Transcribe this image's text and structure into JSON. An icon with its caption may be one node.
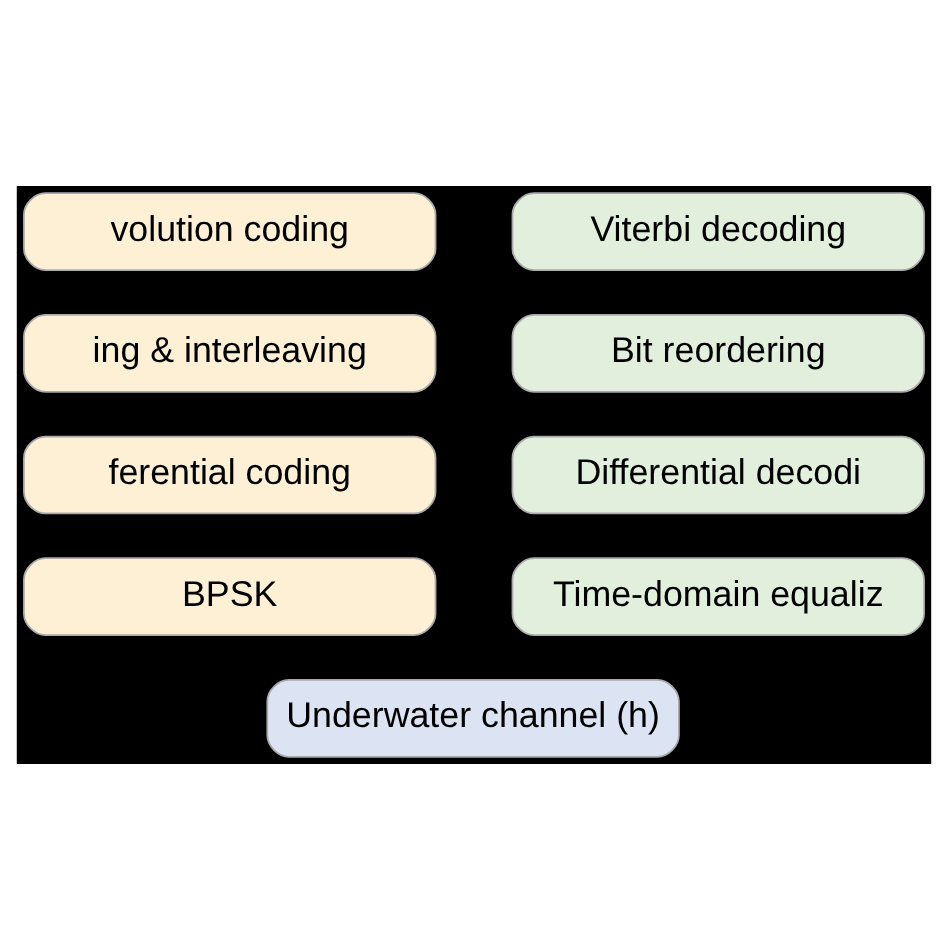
{
  "diagram": {
    "nodes": [
      {
        "text": [
          "volution coding"
        ]
      },
      {
        "text": [
          "ing & interleaving"
        ]
      },
      {
        "text": [
          "ferential coding"
        ]
      },
      {
        "text": [
          "BPSK"
        ]
      },
      {
        "text": [
          "Viterbi decoding"
        ]
      },
      {
        "text": [
          "Bit reordering"
        ]
      },
      {
        "text": [
          "Differential decodi"
        ]
      },
      {
        "text": [
          "Time-domain equaliz"
        ]
      },
      {
        "text": [
          "Underwater channel (h)"
        ]
      }
    ],
    "edges": []
  }
}
